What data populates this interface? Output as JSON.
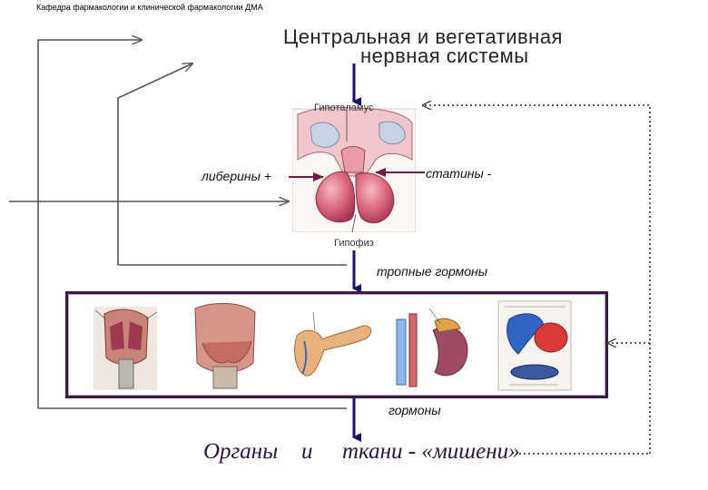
{
  "header": {
    "caption": "Кафедра фармакологии и клинической фармакологии ДМА"
  },
  "title": {
    "line1": "Центральная и вегетативная",
    "line2": "нервная системы"
  },
  "hypothalamus": {
    "label": "Гипоталамус"
  },
  "pituitary": {
    "label": "Гипофиз"
  },
  "regulators": {
    "liberins": "либерины +",
    "statins": "статины -"
  },
  "flow": {
    "tropic_hormones": "тропные гормоны",
    "hormones": "гормоны"
  },
  "targets": {
    "part1": "Органы",
    "part2": "и",
    "part3": "ткани - «мишени»"
  },
  "colors": {
    "arrow_main": "#17136f",
    "arrow_side": "#6a1b46",
    "panel_border": "#3a1a44",
    "target_text": "#2d1440"
  },
  "gland_images": [
    "thyroid-gland",
    "thyroid-back-view",
    "pancreas",
    "adrenal-kidney",
    "ovary-diagram"
  ]
}
